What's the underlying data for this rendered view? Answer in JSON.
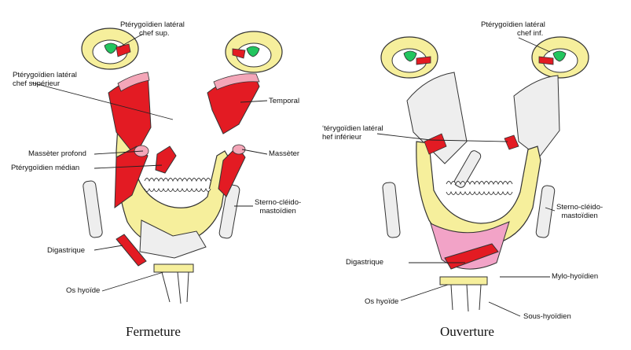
{
  "colors": {
    "muscle": "#e31b23",
    "muscle_light": "#f4a6b8",
    "bone": "#f6ef9c",
    "bone_white": "#eeeeee",
    "disc": "#22c55e",
    "outline": "#333333",
    "pink_zone": "#f2a3c7"
  },
  "left": {
    "caption": "Fermeture",
    "labels": {
      "ptery_lat_chef_sup_top_1": "Ptérygoïdien latéral",
      "ptery_lat_chef_sup_top_2": "chef sup.",
      "ptery_lat_chef_superieur_1": "Ptérygoïdien latéral",
      "ptery_lat_chef_superieur_2": "chef supérieur",
      "temporal": "Temporal",
      "masseter_profond": "Massèter profond",
      "masseter": "Massèter",
      "pterygoidien_median": "Ptérygoïdien médian",
      "sterno_1": "Sterno-cléido-",
      "sterno_2": "mastoïdien",
      "digastrique": "Digastrique",
      "os_hyoide": "Os hyoïde"
    }
  },
  "right": {
    "caption": "Ouverture",
    "labels": {
      "ptery_lat_chef_inf_top_1": "Ptérygoïdien latéral",
      "ptery_lat_chef_inf_top_2": "chef inf.",
      "ptery_lat_chef_inferieur_1": "ʻtérygoïdien latéral",
      "ptery_lat_chef_inferieur_2": "hef inférieur",
      "sterno_1": "Sterno-cléido-",
      "sterno_2": "mastoïdien",
      "digastrique": "Digastrique",
      "mylo_hyoidien": "Mylo-hyoïdien",
      "os_hyoide": "Os hyoïde",
      "sous_hyoidien": "Sous-hyoïdien"
    }
  }
}
